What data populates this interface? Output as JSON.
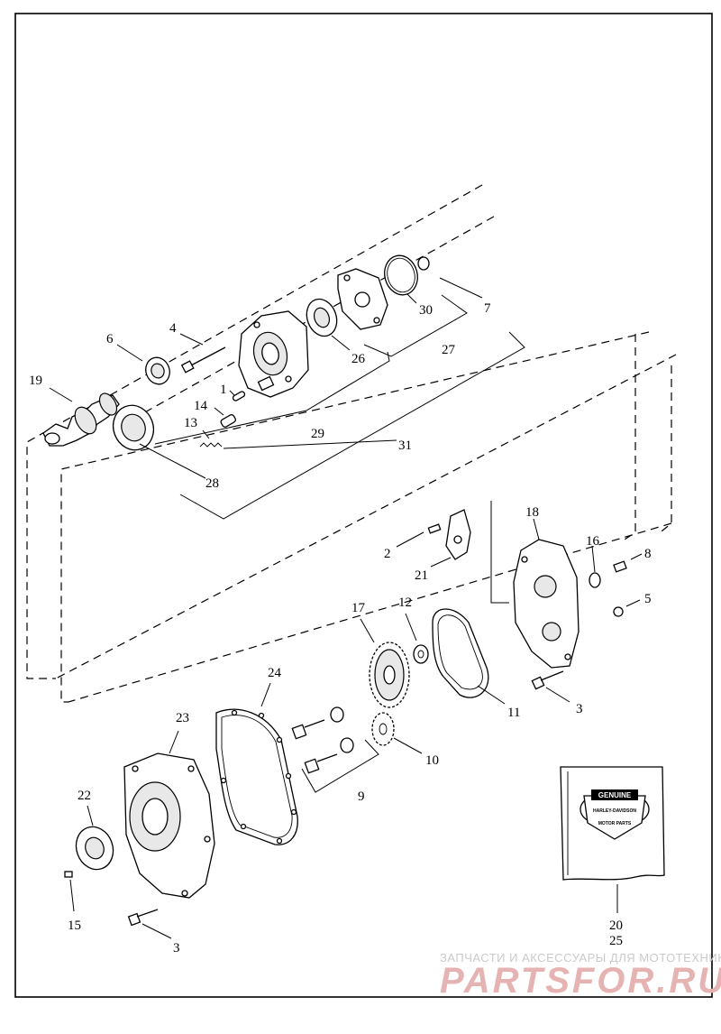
{
  "callouts": [
    "1",
    "2",
    "3",
    "4",
    "5",
    "6",
    "7",
    "8",
    "9",
    "10",
    "11",
    "12",
    "13",
    "14",
    "15",
    "16",
    "17",
    "18",
    "19",
    "20",
    "21",
    "22",
    "23",
    "24",
    "25",
    "26",
    "27",
    "28",
    "29",
    "30",
    "31",
    "3"
  ],
  "kit_box": {
    "logo_top": "GENUINE",
    "logo_mid": "HARLEY-DAVIDSON",
    "logo_bottom": "MOTOR PARTS"
  },
  "watermark": {
    "top_line": "ЗАПЧАСТИ И АКСЕССУАРЫ ДЛЯ МОТОТЕХНИКИ",
    "main": "PARTSFOR.RU"
  }
}
